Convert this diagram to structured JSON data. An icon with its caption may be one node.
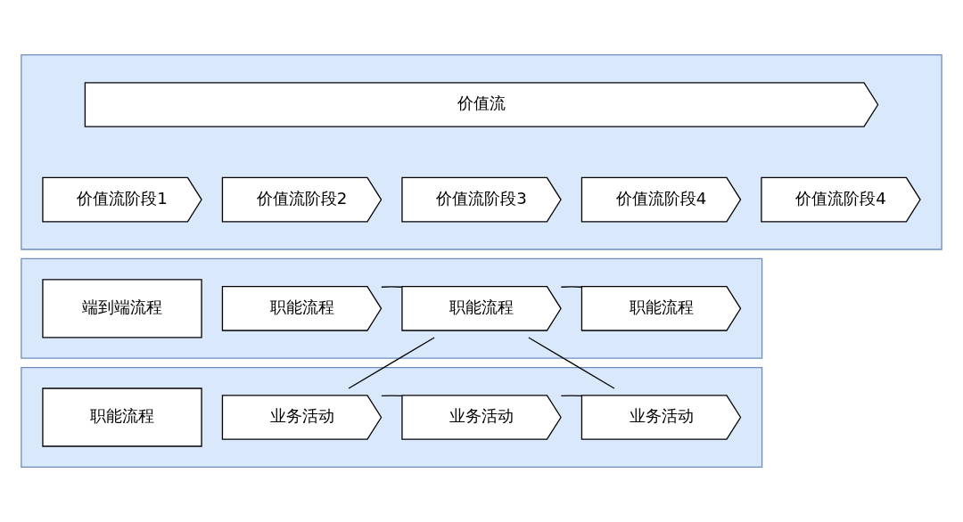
{
  "diagram": {
    "nodes": [
      {
        "text": [],
        "shape": "box"
      },
      {
        "text": [
          "价值流"
        ],
        "in": 0
      },
      {
        "text": [
          "价值流阶段1"
        ],
        "in": 0
      },
      {
        "text": [
          "价值流阶段2"
        ],
        "in": 0
      },
      {
        "text": [
          "价值流阶段3"
        ],
        "in": 0
      },
      {
        "text": [
          "价值流阶段4"
        ],
        "in": 0
      },
      {
        "text": [
          "价值流阶段4"
        ],
        "in": 0
      },
      {
        "text": [],
        "shape": "box"
      },
      {
        "text": [
          "端到端流程"
        ],
        "in": 7
      },
      {
        "text": [
          "职能流程"
        ],
        "in": 7
      },
      {
        "text": [
          "职能流程"
        ],
        "in": 7
      },
      {
        "text": [
          "职能流程"
        ],
        "in": 7
      },
      {
        "text": [],
        "shape": "box"
      },
      {
        "text": [
          "职能流程"
        ],
        "in": 12
      },
      {
        "text": [
          "业务活动"
        ],
        "in": 12
      },
      {
        "text": [
          "业务活动"
        ],
        "in": 12
      },
      {
        "text": [
          "业务活动"
        ],
        "in": 12
      }
    ],
    "edges": [
      {
        "from": 9,
        "to": 10,
        "arrow": "none"
      },
      {
        "from": 10,
        "to": 11,
        "arrow": "none"
      },
      {
        "from": 10,
        "to": 14,
        "arrow": "none"
      },
      {
        "from": 10,
        "to": 16,
        "arrow": "none"
      },
      {
        "from": 14,
        "to": 15,
        "arrow": "none"
      },
      {
        "from": 15,
        "to": 16,
        "arrow": "none"
      }
    ]
  }
}
